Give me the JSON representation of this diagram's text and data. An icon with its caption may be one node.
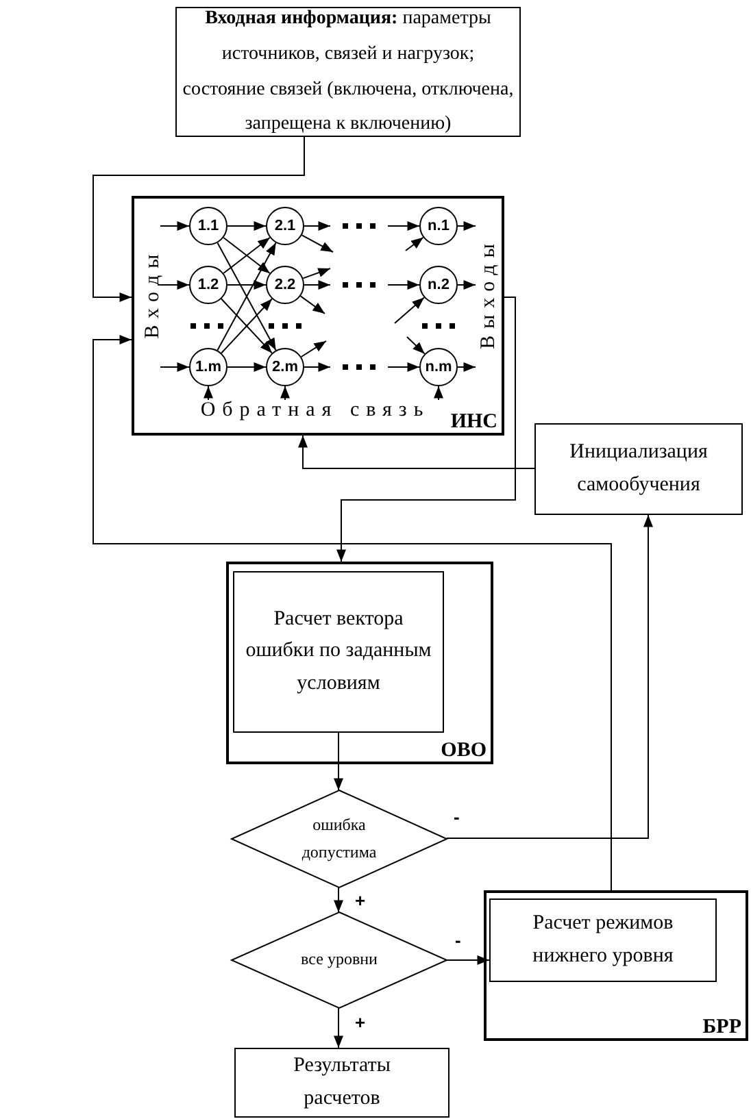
{
  "diagram": {
    "nodes": [
      {
        "text": [
          "**Входная информация:** параметры источников, связей и нагрузок; состояние связей (включена, отключена, запрещена к включению)"
        ]
      },
      {
        "text": [
          "Входы",
          "Выходы",
          "Обратная связь",
          "ИНС"
        ]
      },
      {
        "text": [
          "1.1"
        ],
        "in": 1
      },
      {
        "text": [
          "2.1"
        ],
        "in": 1
      },
      {
        "text": [
          "n.1"
        ],
        "in": 1
      },
      {
        "text": [
          "1.2"
        ],
        "in": 1
      },
      {
        "text": [
          "2.2"
        ],
        "in": 1
      },
      {
        "text": [
          "n.2"
        ],
        "in": 1
      },
      {
        "text": [
          "1.m"
        ],
        "in": 1
      },
      {
        "text": [
          "2.m"
        ],
        "in": 1
      },
      {
        "text": [
          "n.m"
        ],
        "in": 1
      },
      {
        "text": [
          "Инициализация самообучения"
        ]
      },
      {
        "text": [
          "ОВО"
        ]
      },
      {
        "text": [
          "Расчет вектора ошибки по заданным условиям"
        ],
        "in": 12
      },
      {
        "text": [
          "ошибка допустима"
        ]
      },
      {
        "text": [
          "все уровни"
        ]
      },
      {
        "text": [
          "БРР"
        ]
      },
      {
        "text": [
          "Расчет режимов нижнего уровня"
        ],
        "in": 16
      },
      {
        "text": [
          "Результаты расчетов"
        ]
      }
    ],
    "edges": [
      {
        "from": 0,
        "to": 1,
        "arrow": "to"
      },
      {
        "from": 16,
        "to": 1,
        "arrow": "to"
      },
      {
        "from": 11,
        "to": 1,
        "arrow": "to"
      },
      {
        "from": 1,
        "to": 12,
        "arrow": "to"
      },
      {
        "from": 13,
        "to": 14,
        "arrow": "to"
      },
      {
        "from": 14,
        "to": 11,
        "arrow": "to",
        "label": "-"
      },
      {
        "from": 14,
        "to": 15,
        "arrow": "to",
        "label": "+"
      },
      {
        "from": 15,
        "to": 17,
        "arrow": "to",
        "label": "-"
      },
      {
        "from": 15,
        "to": 18,
        "arrow": "to",
        "label": "+"
      },
      {
        "from": null,
        "to": 2,
        "arrow": "to"
      },
      {
        "from": null,
        "to": 5,
        "arrow": "to"
      },
      {
        "from": null,
        "to": 8,
        "arrow": "to"
      },
      {
        "from": 2,
        "to": 3,
        "arrow": "to"
      },
      {
        "from": 2,
        "to": 6,
        "arrow": "to"
      },
      {
        "from": 2,
        "to": 9,
        "arrow": "to"
      },
      {
        "from": 5,
        "to": 3,
        "arrow": "to"
      },
      {
        "from": 5,
        "to": 6,
        "arrow": "to"
      },
      {
        "from": 5,
        "to": 9,
        "arrow": "to"
      },
      {
        "from": 8,
        "to": 3,
        "arrow": "to"
      },
      {
        "from": 8,
        "to": 6,
        "arrow": "to"
      },
      {
        "from": 8,
        "to": 9,
        "arrow": "to"
      },
      {
        "from": 3,
        "to": null,
        "arrow": "to"
      },
      {
        "from": 6,
        "to": null,
        "arrow": "to"
      },
      {
        "from": 9,
        "to": null,
        "arrow": "to"
      },
      {
        "from": null,
        "to": 4,
        "arrow": "to"
      },
      {
        "from": null,
        "to": 7,
        "arrow": "to"
      },
      {
        "from": null,
        "to": 10,
        "arrow": "to"
      },
      {
        "from": 4,
        "to": null,
        "arrow": "to"
      },
      {
        "from": 7,
        "to": null,
        "arrow": "to"
      },
      {
        "from": 10,
        "to": null,
        "arrow": "to"
      },
      {
        "from": null,
        "to": 8,
        "arrow": "to"
      },
      {
        "from": null,
        "to": 9,
        "arrow": "to"
      },
      {
        "from": null,
        "to": 10,
        "arrow": "to"
      },
      {
        "from": 3,
        "to": null,
        "arrow": "to"
      },
      {
        "from": 6,
        "to": null,
        "arrow": "to"
      },
      {
        "from": 6,
        "to": null,
        "arrow": "to"
      },
      {
        "from": 9,
        "to": null,
        "arrow": "to"
      },
      {
        "from": null,
        "to": 4,
        "arrow": "to"
      },
      {
        "from": null,
        "to": 7,
        "arrow": "to"
      },
      {
        "from": null,
        "to": 10,
        "arrow": "to"
      }
    ]
  }
}
